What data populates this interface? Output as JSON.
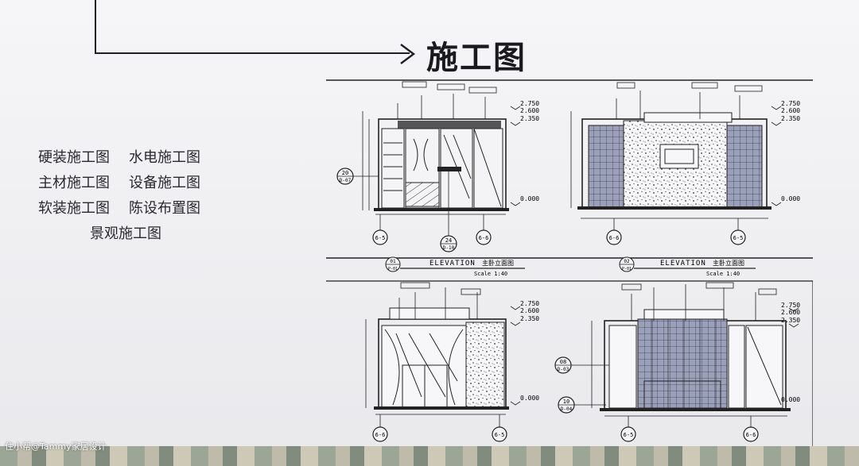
{
  "title": "施工图",
  "menu": {
    "rows": [
      [
        "硬装施工图",
        "水电施工图"
      ],
      [
        "主材施工图",
        "设备施工图"
      ],
      [
        "软装施工图",
        "陈设布置图"
      ],
      [
        "景观施工图"
      ]
    ]
  },
  "drawings": {
    "elev_label": "ELEVATION",
    "panels": [
      {
        "id": "01",
        "ref": "P-01",
        "title_cn": "主卧立面图",
        "scale": "Scale 1:40",
        "levels": [
          "2.750",
          "2.600",
          "2.350",
          "0.000"
        ]
      },
      {
        "id": "02",
        "ref": "P-01",
        "title_cn": "主卧立面图",
        "scale": "Scale 1:40",
        "levels": [
          "2.750",
          "2.600",
          "2.350",
          "0.000"
        ]
      },
      {
        "id": "",
        "ref": "",
        "title_cn": "",
        "scale": "",
        "levels": [
          "2.750",
          "2.600",
          "2.350",
          "0.000"
        ]
      },
      {
        "id": "",
        "ref": "",
        "title_cn": "",
        "scale": "",
        "levels": [
          "2.750",
          "2.600",
          "2.350",
          "0.000"
        ]
      }
    ],
    "markers": {
      "m1": {
        "num": "20",
        "ref": "D-07"
      },
      "m2": {
        "num": "24",
        "ref": "D-10"
      },
      "m3": {
        "num": "08",
        "ref": "D-03"
      },
      "m4": {
        "num": "10",
        "ref": "D-04"
      },
      "axis_a": "6-5",
      "axis_b": "6-6"
    }
  },
  "watermark": "住小帮@Tammy家居设计"
}
